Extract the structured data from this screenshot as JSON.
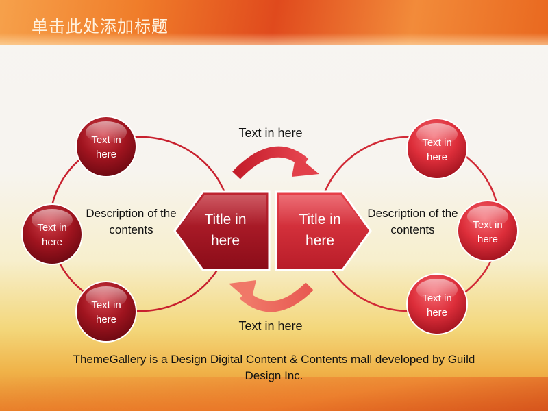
{
  "header": {
    "title": "单击此处添加标题"
  },
  "left_cycle": {
    "nodes": [
      "Text in here",
      "Text in here",
      "Text in here"
    ],
    "description": "Description of the contents"
  },
  "right_cycle": {
    "nodes": [
      "Text in here",
      "Text in here",
      "Text in here"
    ],
    "description": "Description of the contents"
  },
  "center": {
    "left_title": "Title in here",
    "right_title": "Title in here",
    "top_arrow_text": "Text in here",
    "bottom_arrow_text": "Text in here"
  },
  "footer": {
    "text": "ThemeGallery is a Design Digital Content & Contents mall developed by Guild Design Inc."
  },
  "colors": {
    "node_dark": "#8c0f1a",
    "node_light": "#e13a44",
    "ring": "#c8202e",
    "arrow": "#d8303a"
  }
}
